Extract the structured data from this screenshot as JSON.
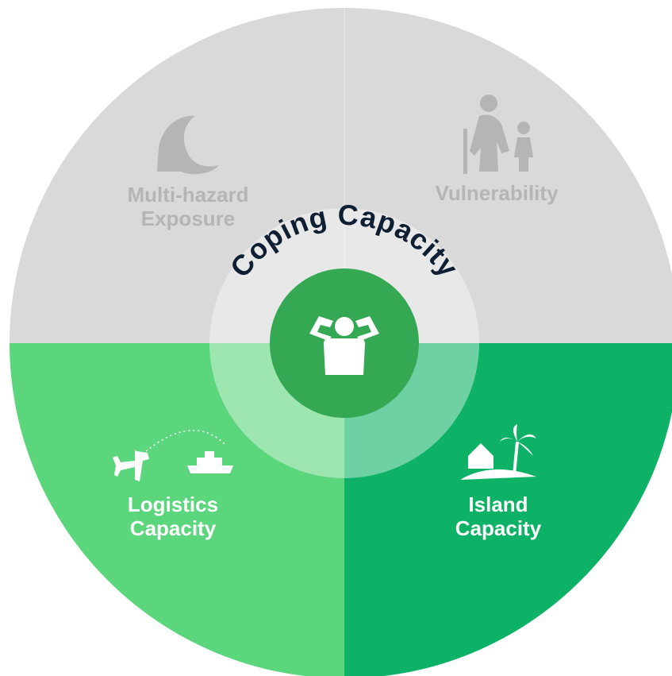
{
  "center": {
    "title": "Coping Capacity",
    "icon": "person-relaxing-icon"
  },
  "quadrants": [
    {
      "id": "multi-hazard-exposure",
      "label_lines": [
        "Multi-hazard",
        "Exposure"
      ],
      "icon": "wave-icon",
      "active": false
    },
    {
      "id": "vulnerability",
      "label_lines": [
        "Vulnerability"
      ],
      "icon": "elderly-and-child-icon",
      "active": false
    },
    {
      "id": "logistics-capacity",
      "label_lines": [
        "Logistics",
        "Capacity"
      ],
      "icon": "plane-to-ship-icon",
      "active": true
    },
    {
      "id": "island-capacity",
      "label_lines": [
        "Island",
        "Capacity"
      ],
      "icon": "island-house-icon",
      "active": true
    }
  ],
  "colors": {
    "inactive_fill": "#d9d9d9",
    "inactive_text": "#b5b5b5",
    "logistics_fill": "#5cd67c",
    "island_fill": "#0db266",
    "center_fill": "#35a853",
    "title_text": "#0f1f33",
    "active_text": "#ffffff"
  }
}
